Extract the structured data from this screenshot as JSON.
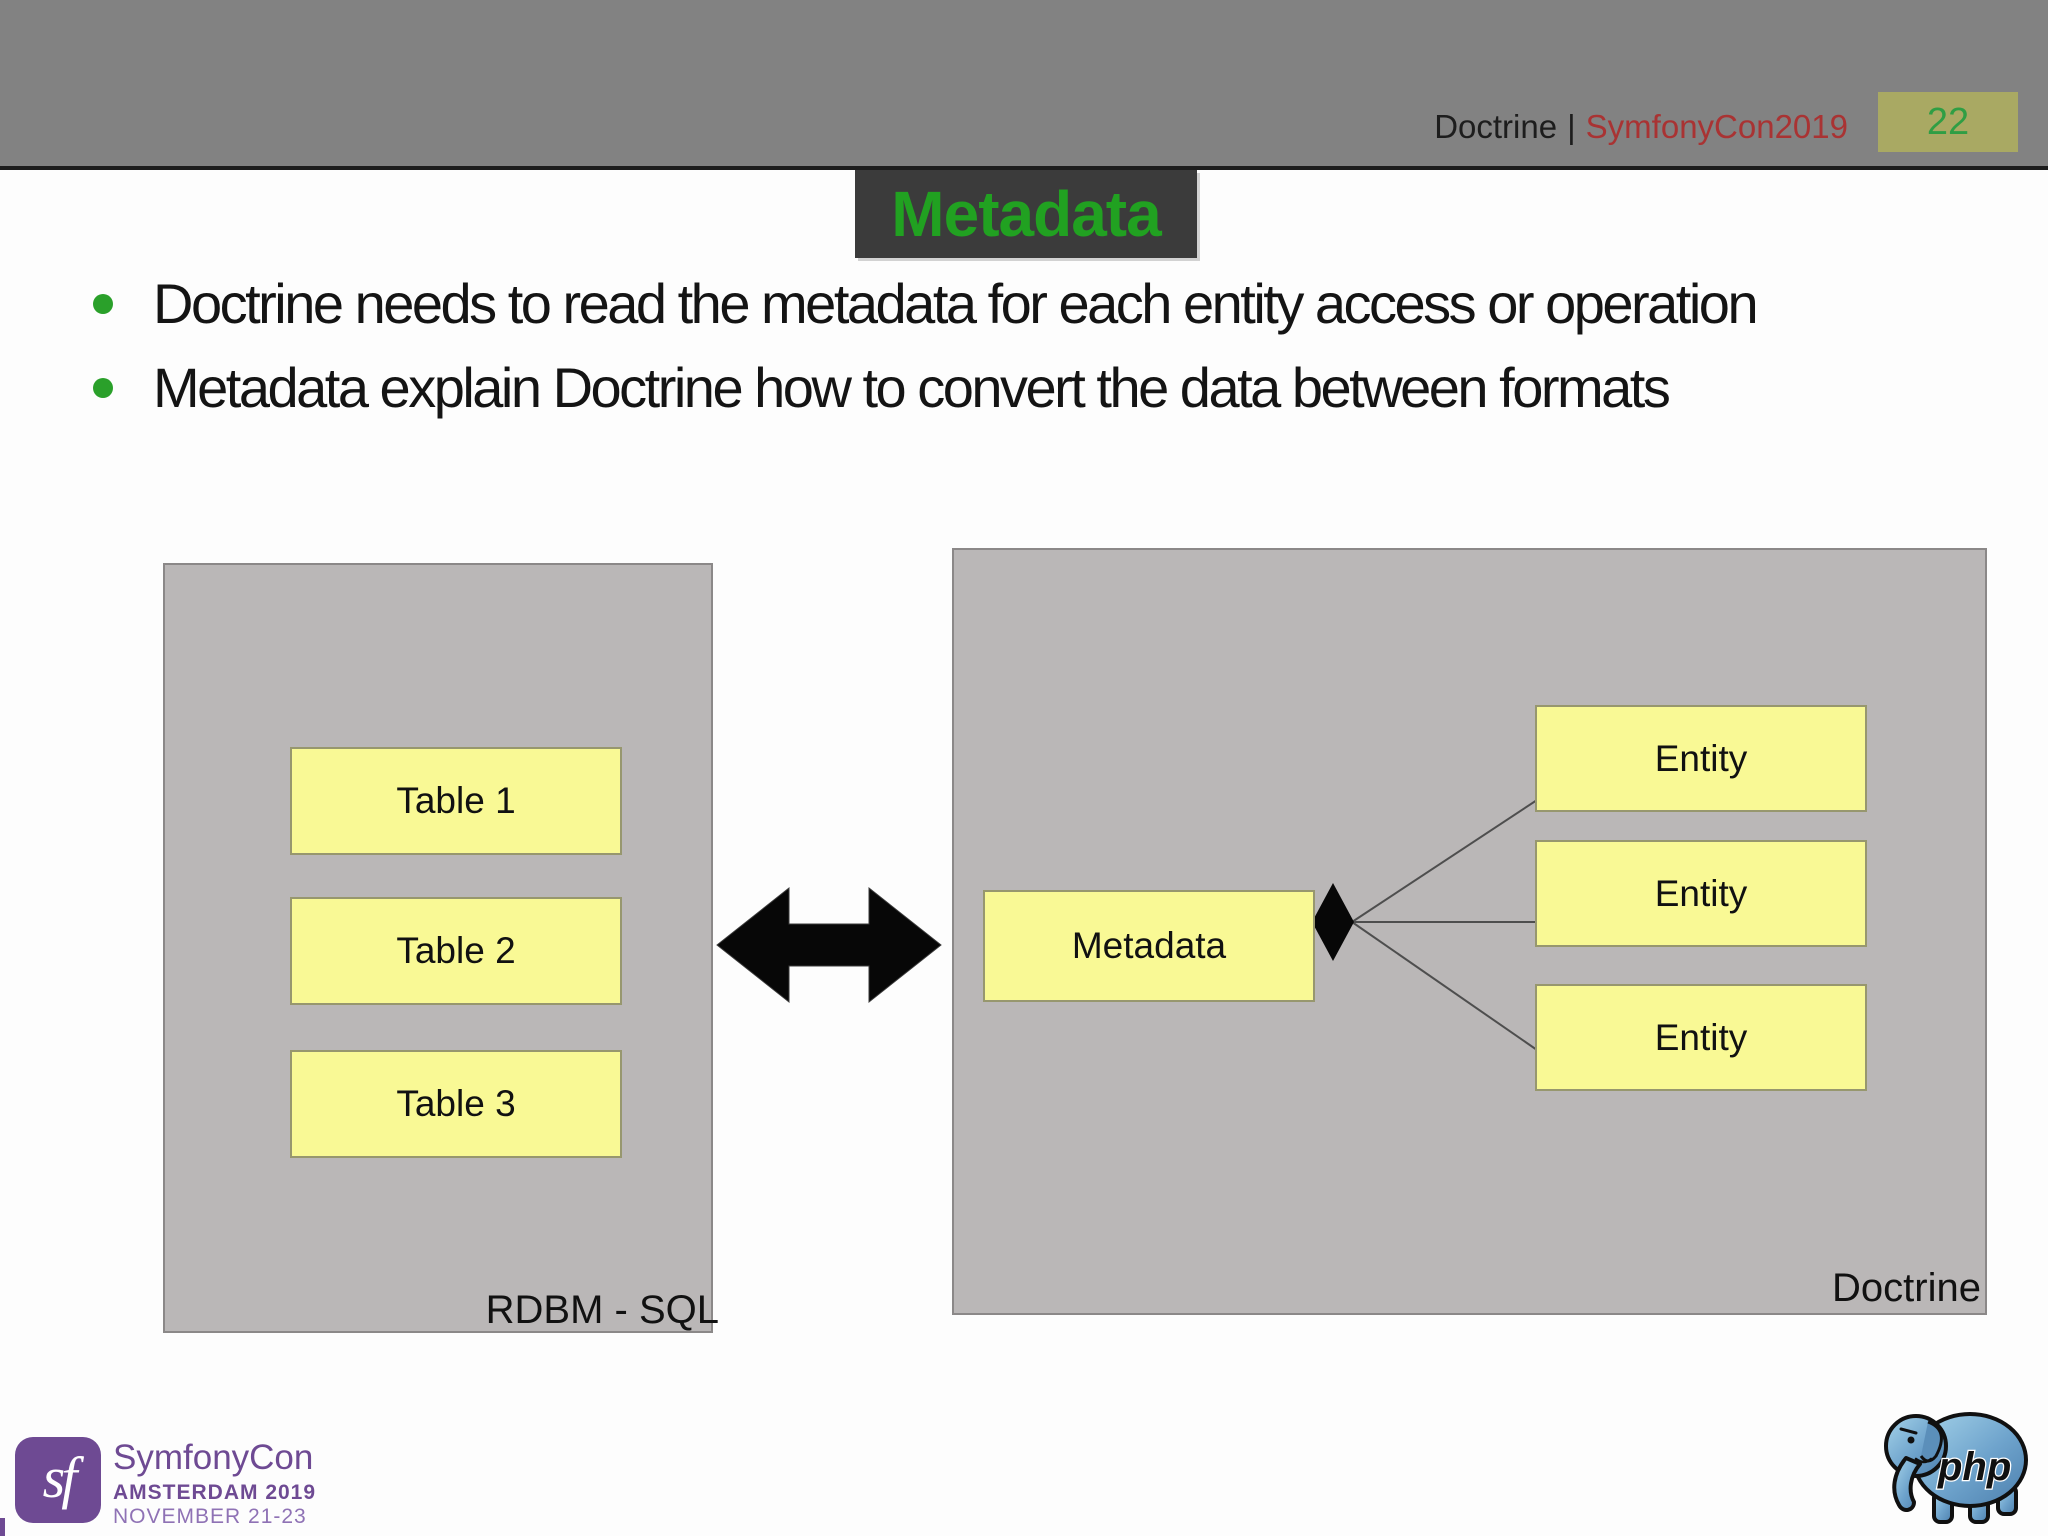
{
  "header": {
    "app": "Doctrine",
    "separator": "|",
    "conference": "SymfonyCon2019",
    "page_number": "22"
  },
  "title": "Metadata",
  "bullets": [
    "Doctrine needs to read the metadata for each entity access or operation",
    "Metadata explain Doctrine how to convert the data between formats"
  ],
  "diagram": {
    "left_panel": {
      "label": "RDBM - SQL",
      "boxes": [
        "Table 1",
        "Table 2",
        "Table 3"
      ]
    },
    "arrow_icon": "double-headed-arrow",
    "right_panel": {
      "label": "Doctrine",
      "hub": "Metadata",
      "diamond_icon": "uml-composition-diamond",
      "entities": [
        "Entity",
        "Entity",
        "Entity"
      ]
    }
  },
  "footer": {
    "symfonycon_logo": {
      "monogram": "sf",
      "name": "SymfonyCon",
      "location_year": "AMSTERDAM 2019",
      "dates": "NOVEMBER 21-23"
    },
    "php_logo": {
      "icon": "elephpant-logo",
      "text": "php"
    }
  },
  "colors": {
    "header_bg": "#828282",
    "title_bg": "#3b3b3b",
    "title_green": "#21a121",
    "conference_red": "#a93333",
    "badge_bg": "#a9a963",
    "badge_green": "#2f9e44",
    "panel_gray": "#bab7b7",
    "box_yellow": "#f9f995",
    "bullet_green": "#2aa02a",
    "symfony_purple": "#6e4a93",
    "elephant_blue": "#6ea3cc"
  }
}
